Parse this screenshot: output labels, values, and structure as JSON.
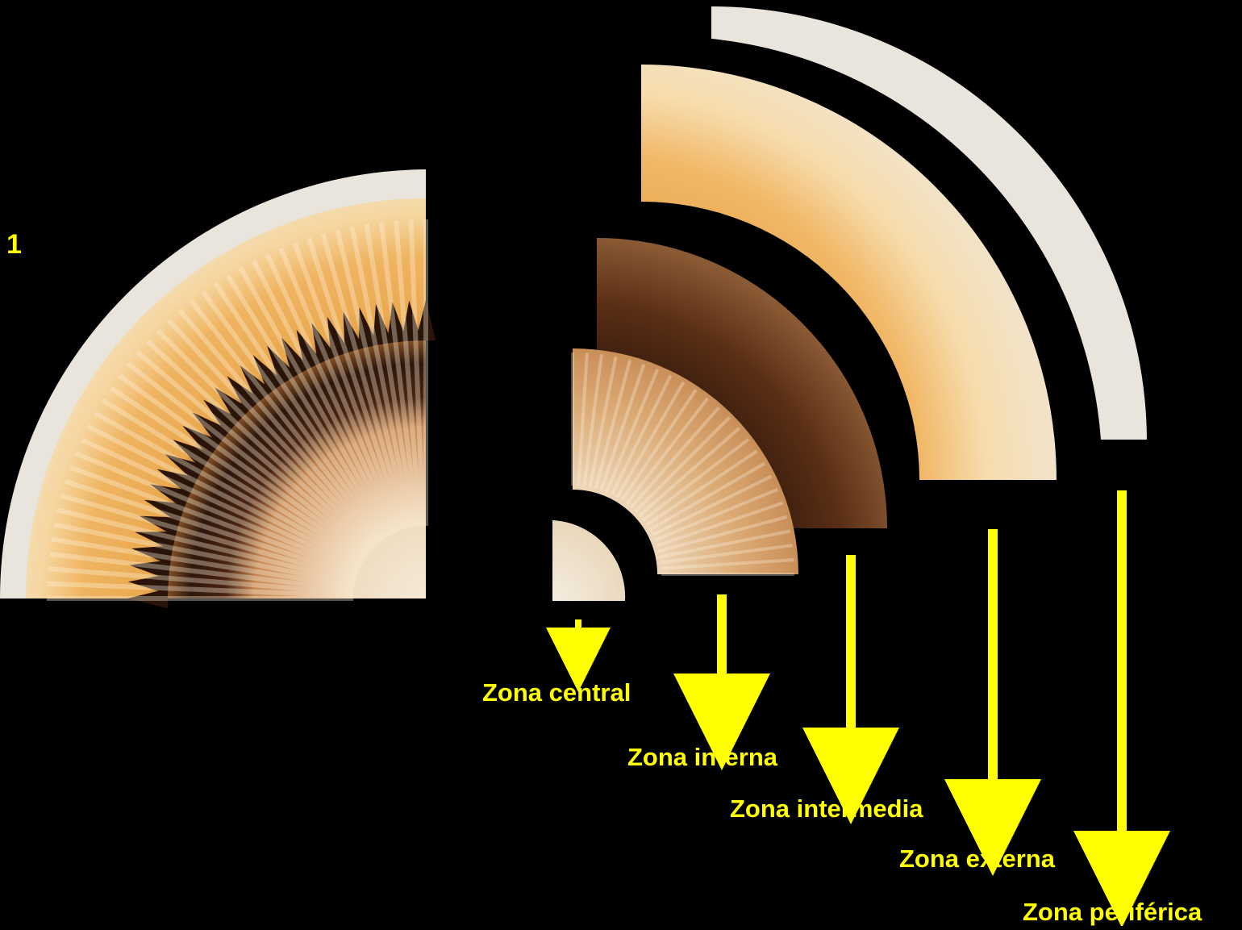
{
  "figure_number": "1",
  "colors": {
    "background": "#000000",
    "label": "#ffff00",
    "arrow": "#ffff00",
    "paper_edge": "#e9e5dc",
    "outer_band": "#e8a64a",
    "outer_band_light": "#f6dcae",
    "dark_ring": "#3a1e10",
    "dark_ring_mid": "#6b3518",
    "inner_band": "#d7a56c",
    "center": "#f1e4cf"
  },
  "zones": [
    {
      "id": "central",
      "label": "Zona central"
    },
    {
      "id": "interna",
      "label": "Zona interna"
    },
    {
      "id": "intermedia",
      "label": "Zona intermedia"
    },
    {
      "id": "externa",
      "label": "Zona externa"
    },
    {
      "id": "periferica",
      "label": "Zona periférica"
    }
  ]
}
